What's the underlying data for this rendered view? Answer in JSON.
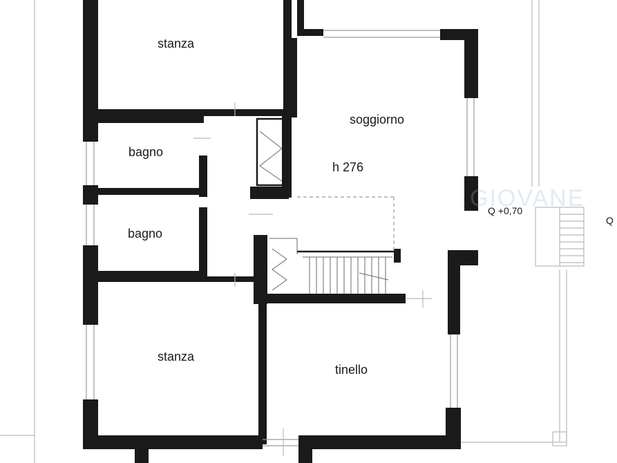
{
  "rooms": {
    "stanza_top": "stanza",
    "soggiorno": "soggiorno",
    "height_note": "h 276",
    "bagno_1": "bagno",
    "bagno_2": "bagno",
    "stanza_bottom": "stanza",
    "tinello": "tinello"
  },
  "annotations": {
    "level_q": "Q +0,70",
    "edge_q": "Q"
  },
  "watermark": {
    "text": "GIOVANE"
  },
  "colors": {
    "wall": "#1a1a1a",
    "window": "#9a9a9a",
    "background": "#ffffff"
  }
}
